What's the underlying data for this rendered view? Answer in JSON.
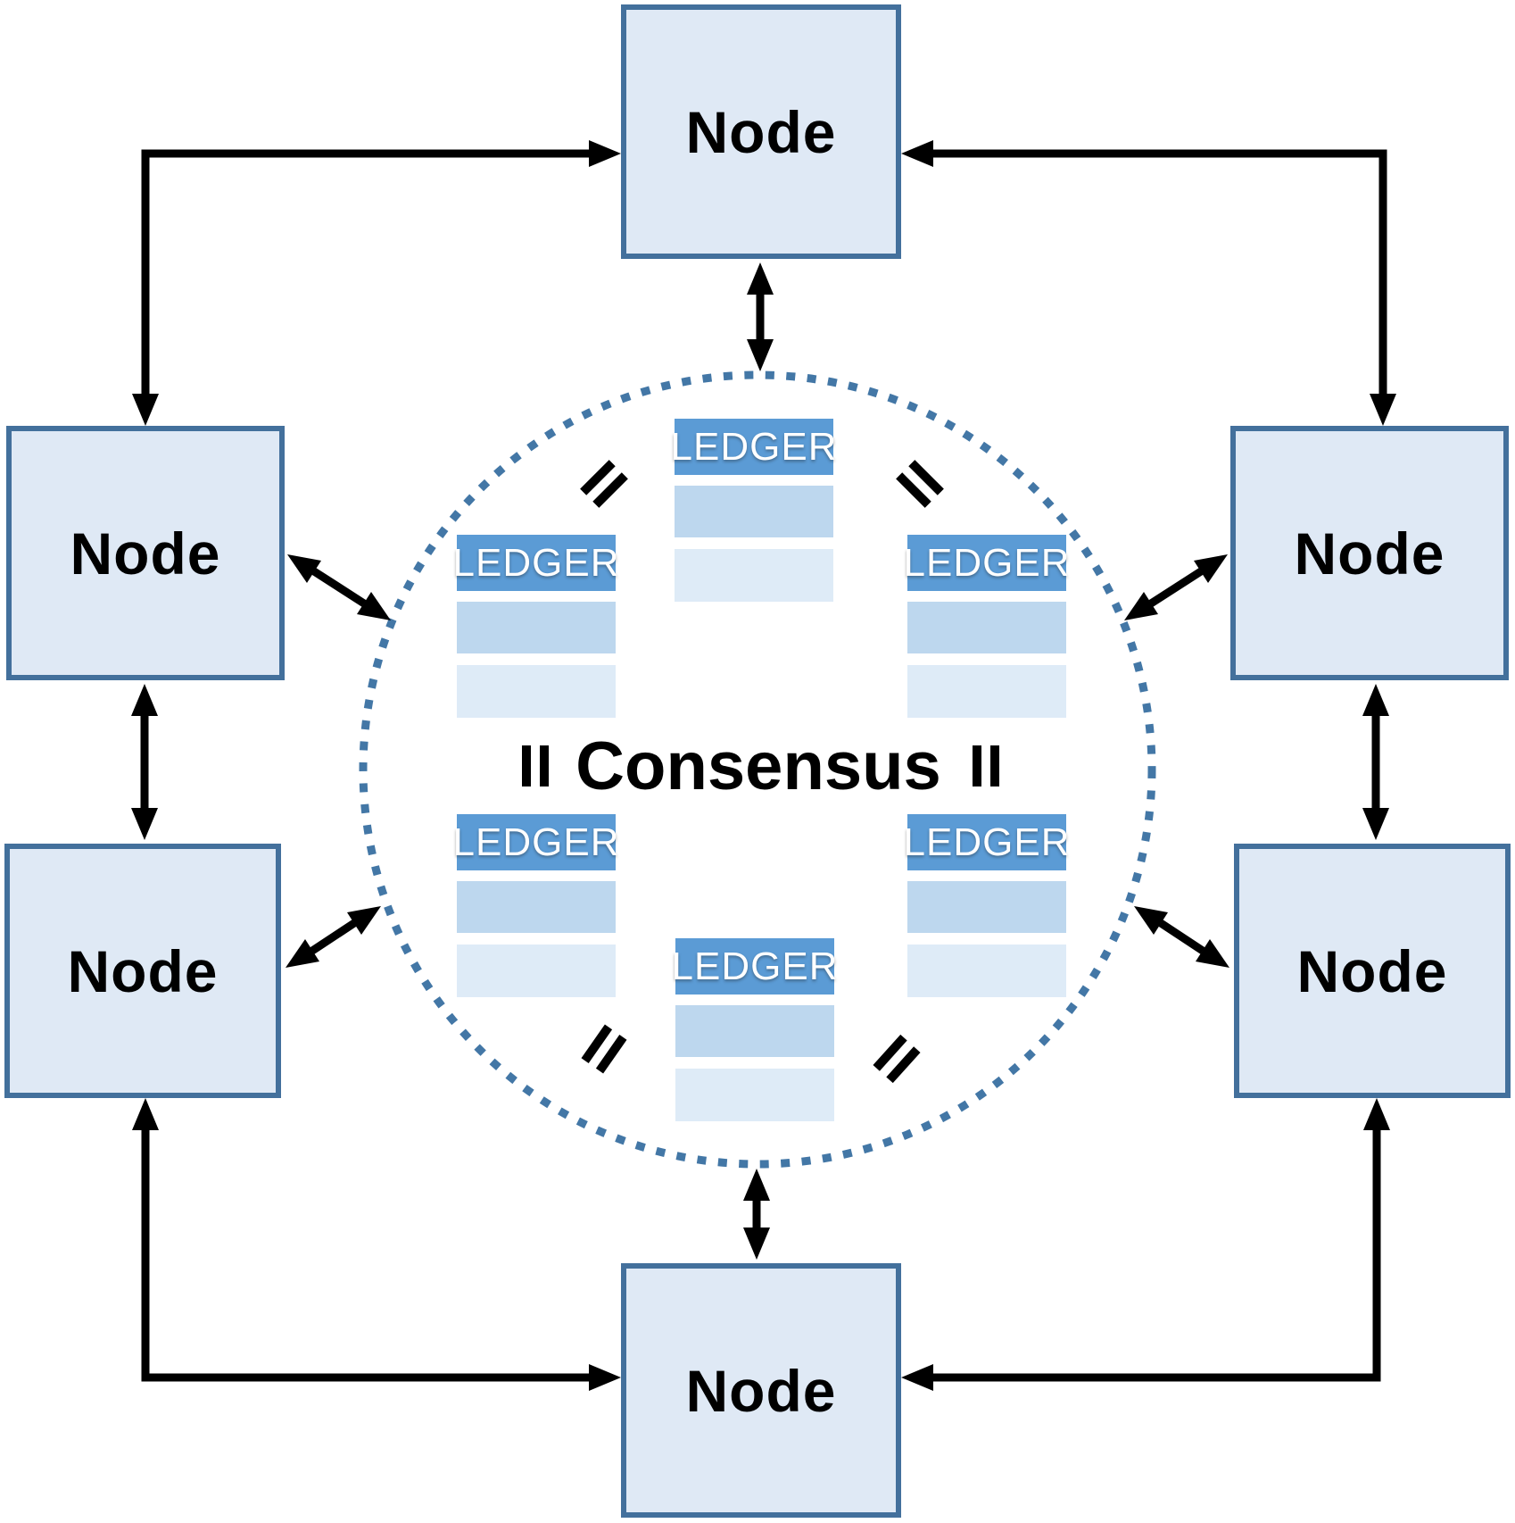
{
  "diagram_title": "",
  "nodes": [
    {
      "id": "top",
      "label": "Node"
    },
    {
      "id": "upper-left",
      "label": "Node"
    },
    {
      "id": "upper-right",
      "label": "Node"
    },
    {
      "id": "lower-left",
      "label": "Node"
    },
    {
      "id": "lower-right",
      "label": "Node"
    },
    {
      "id": "bottom",
      "label": "Node"
    }
  ],
  "consensus": {
    "label": "Consensus"
  },
  "ledgers": [
    {
      "position": "north",
      "header": "LEDGER",
      "row_count": 2
    },
    {
      "position": "west",
      "header": "LEDGER",
      "row_count": 2
    },
    {
      "position": "east",
      "header": "LEDGER",
      "row_count": 2
    },
    {
      "position": "southwest",
      "header": "LEDGER",
      "row_count": 2
    },
    {
      "position": "southeast",
      "header": "LEDGER",
      "row_count": 2
    },
    {
      "position": "south",
      "header": "LEDGER",
      "row_count": 2
    }
  ],
  "icons": {
    "approx_equal": "=",
    "double_arrow": "↔"
  },
  "colors": {
    "background": "#FFFFFF",
    "node_fill": "#DFE9F5",
    "node_border": "#43709C",
    "node_text": "#000000",
    "ledger_header_bg": "#5B9BD5",
    "ledger_header_text": "#FFFFFF",
    "ledger_row1_bg": "#BDD7EE",
    "ledger_row2_bg": "#DEEBF7",
    "circle_dots": "#4377A6",
    "arrow": "#000000",
    "approx_sign": "#000000",
    "consensus_text": "#000000"
  }
}
